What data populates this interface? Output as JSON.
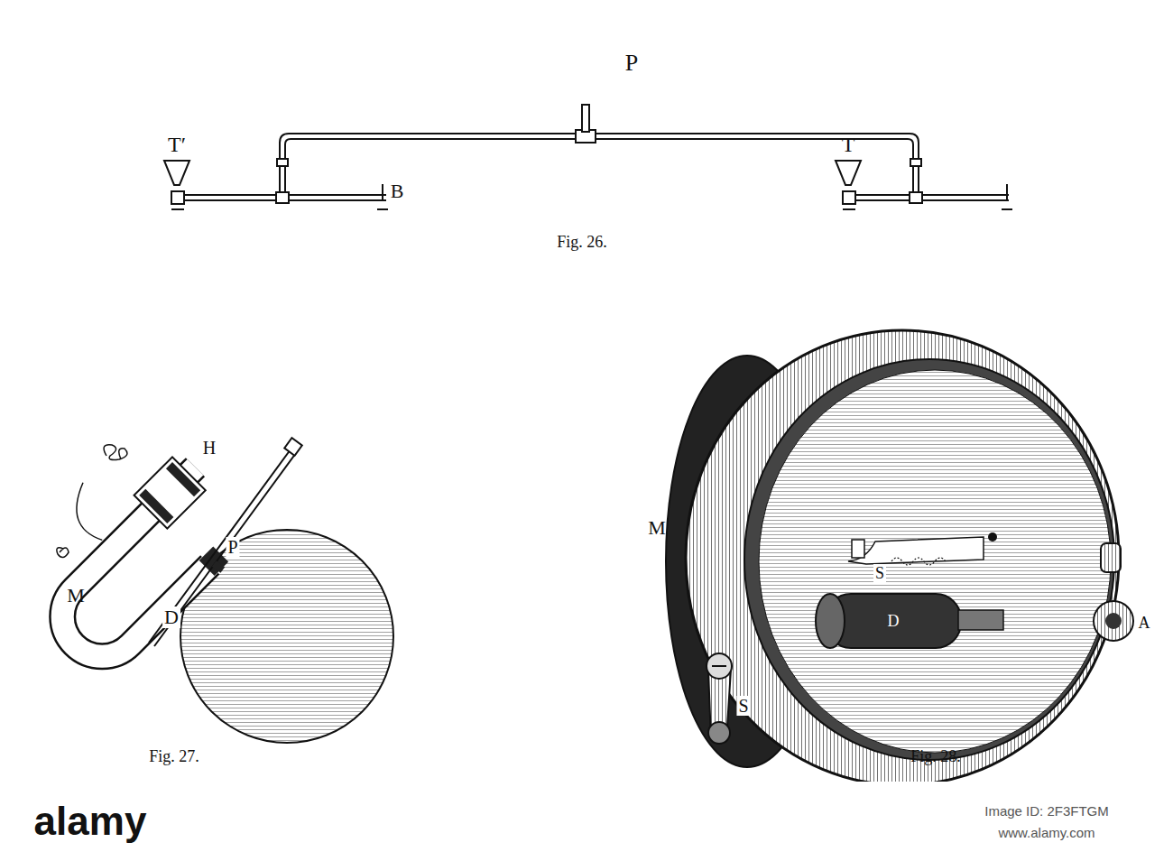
{
  "diagram": {
    "labels": [
      "P",
      "T′",
      "B",
      "T",
      "Fig. 26.",
      "M",
      "H",
      "P",
      "D",
      "Fig. 27.",
      "M",
      "S",
      "S",
      "D",
      "A",
      "Fig. 28.",
      "alamy",
      "Image ID: 2F3FTGM",
      "www.alamy.com"
    ]
  }
}
